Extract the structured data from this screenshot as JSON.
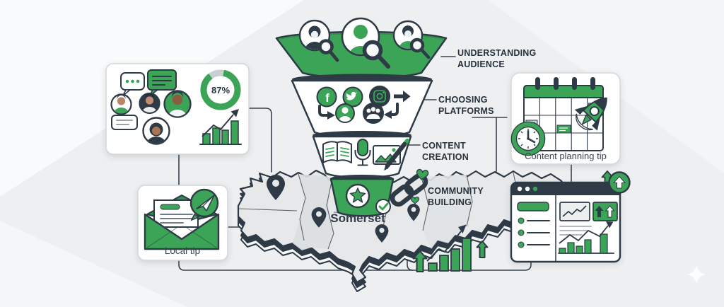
{
  "diagram": {
    "funnel_stages": [
      {
        "line1": "UNDERSTANDING",
        "line2": "AUDIENCE"
      },
      {
        "line1": "CHOOSING",
        "line2": "PLATFORMS"
      },
      {
        "line1": "CONTENT",
        "line2": "CREATION"
      },
      {
        "line1": "COMMUNITY",
        "line2": "BUILDING"
      }
    ],
    "map_label": "Somerset",
    "audience_card": {
      "engagement_percent": "87%"
    },
    "local_tip_card": {
      "label": "Local tip"
    },
    "planning_card": {
      "label": "Content planning tip"
    },
    "glyphs": {
      "facebook": "f"
    },
    "colors": {
      "accent_green": "#3BA457",
      "dark_navy": "#2E3A46",
      "background": "#EDEFF1"
    },
    "icons": [
      "search-icon",
      "facebook-icon",
      "twitter-icon",
      "instagram-icon",
      "user-icon",
      "users-icon",
      "arrow-right-icon",
      "corner-arrow-icon",
      "return-arrow-icon",
      "book-icon",
      "microphone-icon",
      "image-icon",
      "pencil-icon",
      "star-icon",
      "check-icon",
      "link-icon",
      "heart-icon",
      "map-pin-icon",
      "envelope-icon",
      "paper-plane-icon",
      "calendar-icon",
      "clock-icon",
      "rocket-icon",
      "up-arrow-icon",
      "growth-bars-icon",
      "donut-chart-icon",
      "speech-bubble-icon",
      "browser-window-icon"
    ]
  }
}
